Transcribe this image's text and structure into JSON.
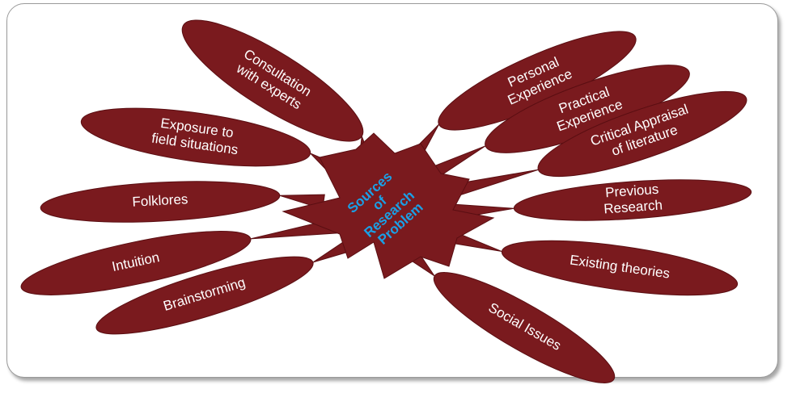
{
  "diagram": {
    "center": {
      "lines": [
        "Sources",
        "of",
        "Research",
        "Problem"
      ]
    },
    "nodes": [
      {
        "id": "consultation",
        "lines": [
          "Consultation",
          "with experts"
        ]
      },
      {
        "id": "exposure",
        "lines": [
          "Exposure to",
          "field situations"
        ]
      },
      {
        "id": "folklores",
        "lines": [
          "Folklores"
        ]
      },
      {
        "id": "intuition",
        "lines": [
          "Intuition"
        ]
      },
      {
        "id": "brainstorming",
        "lines": [
          "Brainstorming"
        ]
      },
      {
        "id": "personal",
        "lines": [
          "Personal",
          "Experience"
        ]
      },
      {
        "id": "practical",
        "lines": [
          "Practical",
          "Experience"
        ]
      },
      {
        "id": "critical",
        "lines": [
          "Critical Appraisal",
          "of literature"
        ]
      },
      {
        "id": "previous",
        "lines": [
          "Previous",
          "Research"
        ]
      },
      {
        "id": "existing",
        "lines": [
          "Existing theories"
        ]
      },
      {
        "id": "social",
        "lines": [
          "Social Issues"
        ]
      }
    ],
    "colors": {
      "node_fill": "#7a1a1e",
      "node_text": "#ffffff",
      "center_text": "#1aa0e6"
    }
  }
}
